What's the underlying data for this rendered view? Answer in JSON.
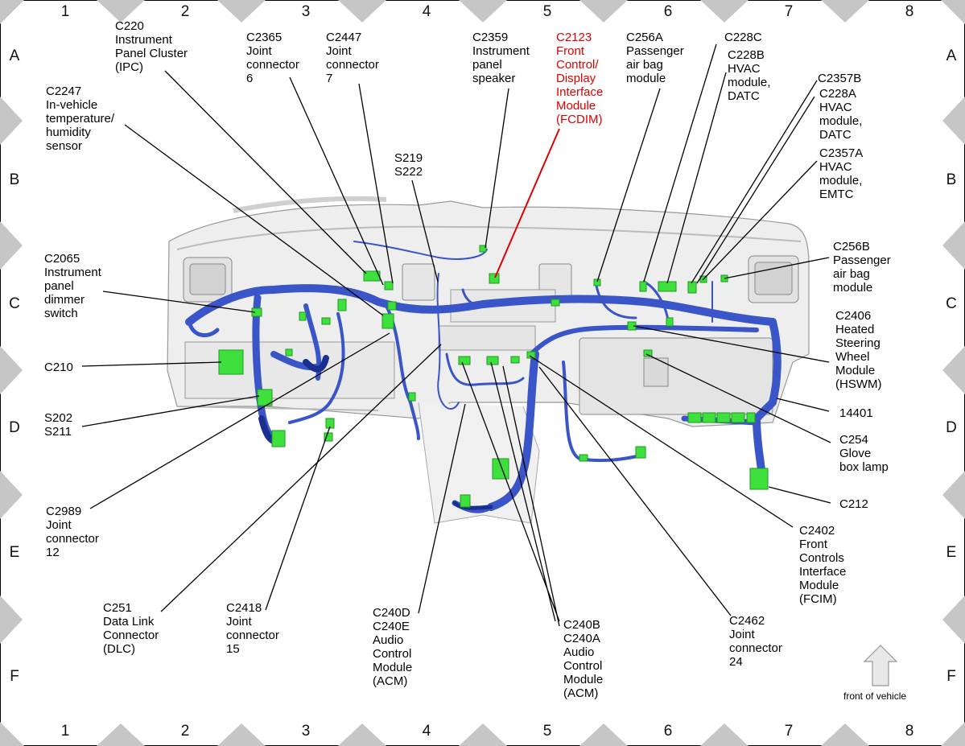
{
  "grid": {
    "columns": [
      "1",
      "2",
      "3",
      "4",
      "5",
      "6",
      "7",
      "8"
    ],
    "rows": [
      "A",
      "B",
      "C",
      "D",
      "E",
      "F"
    ]
  },
  "colors": {
    "harness": "#3a55c8",
    "harness_dark": "#1a2f8f",
    "connector": "#3de03d",
    "highlight": "#e00000",
    "frame_gray": "#bdbdbd"
  },
  "labels": {
    "c220": "C220\nInstrument\nPanel Cluster\n(IPC)",
    "c2365": "C2365\nJoint\nconnector\n6",
    "c2447": "C2447\nJoint\nconnector\n7",
    "c2359": "C2359\nInstrument\npanel\nspeaker",
    "c2123": "C2123\nFront\nControl/\nDisplay\nInterface\nModule\n(FCDIM)",
    "c256a": "C256A\nPassenger\nair bag\nmodule",
    "c228c": "C228C",
    "c228b": "C228B\nHVAC\nmodule,\nDATC",
    "c2357b": "C2357B",
    "c228a": "C228A\nHVAC\nmodule,\nDATC",
    "c2357a": "C2357A\nHVAC\nmodule,\nEMTC",
    "c2247": "C2247\nIn-vehicle\ntemperature/\nhumidity\nsensor",
    "s219": "S219\nS222",
    "c2065": "C2065\nInstrument\npanel\ndimmer\nswitch",
    "c256b": "C256B\nPassenger\nair bag\nmodule",
    "c2406": "C2406\nHeated\nSteering\nWheel\nModule\n(HSWM)",
    "c210": "C210",
    "n14401": "14401",
    "s202": "S202\nS211",
    "c254": "C254\nGlove\nbox lamp",
    "c212": "C212",
    "c2989": "C2989\nJoint\nconnector\n12",
    "c2402": "C2402\nFront\nControls\nInterface\nModule\n(FCIM)",
    "c251": "C251\nData Link\nConnector\n(DLC)",
    "c2418": "C2418\nJoint\nconnector\n15",
    "c240d": "C240D\nC240E\nAudio\nControl\nModule\n(ACM)",
    "c240b": "C240B\nC240A\nAudio\nControl\nModule\n(ACM)",
    "c2462": "C2462\nJoint\nconnector\n24"
  },
  "front_of_vehicle": "front of vehicle",
  "icons": {
    "arrow": "up-arrow-icon"
  }
}
